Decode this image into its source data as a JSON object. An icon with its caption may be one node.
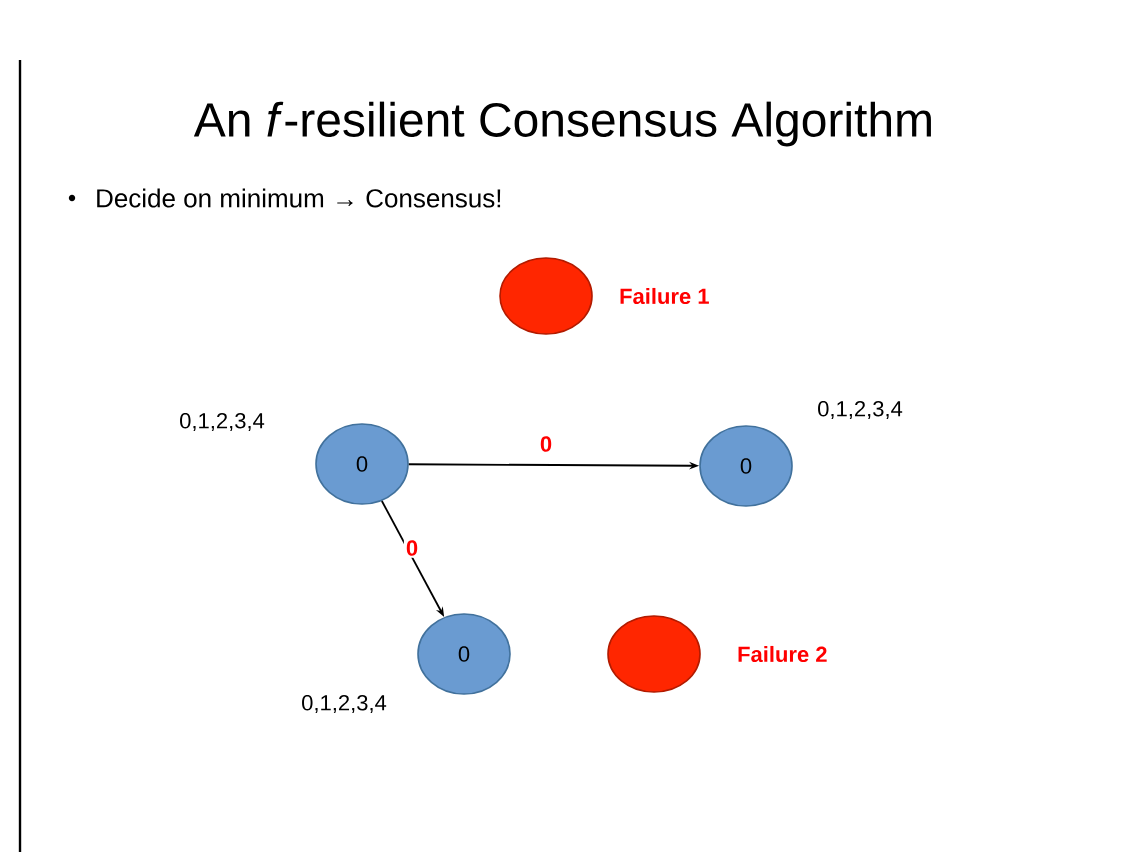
{
  "diagram": {
    "title": "An *f*-resilient Consensus Algorithm",
    "nodes": [
      {
        "text": [],
        "shape": "circle",
        "beside": [
          "Failure 1"
        ]
      },
      {
        "text": [
          "0"
        ],
        "beside": [
          "0,1,2,3,4"
        ]
      },
      {
        "text": [
          "0"
        ],
        "beside": [
          "0,1,2,3,4"
        ]
      },
      {
        "text": [
          "0"
        ],
        "beside": [
          "0,1,2,3,4"
        ]
      },
      {
        "text": [],
        "shape": "circle",
        "beside": [
          "Failure 2"
        ]
      }
    ],
    "edges": [
      {
        "from": 1,
        "to": 2,
        "arrow": "to",
        "label": "0"
      },
      {
        "from": 1,
        "to": 3,
        "arrow": "to",
        "label": "0"
      }
    ],
    "labels": [
      "Decide on minimum → Consensus!"
    ]
  }
}
